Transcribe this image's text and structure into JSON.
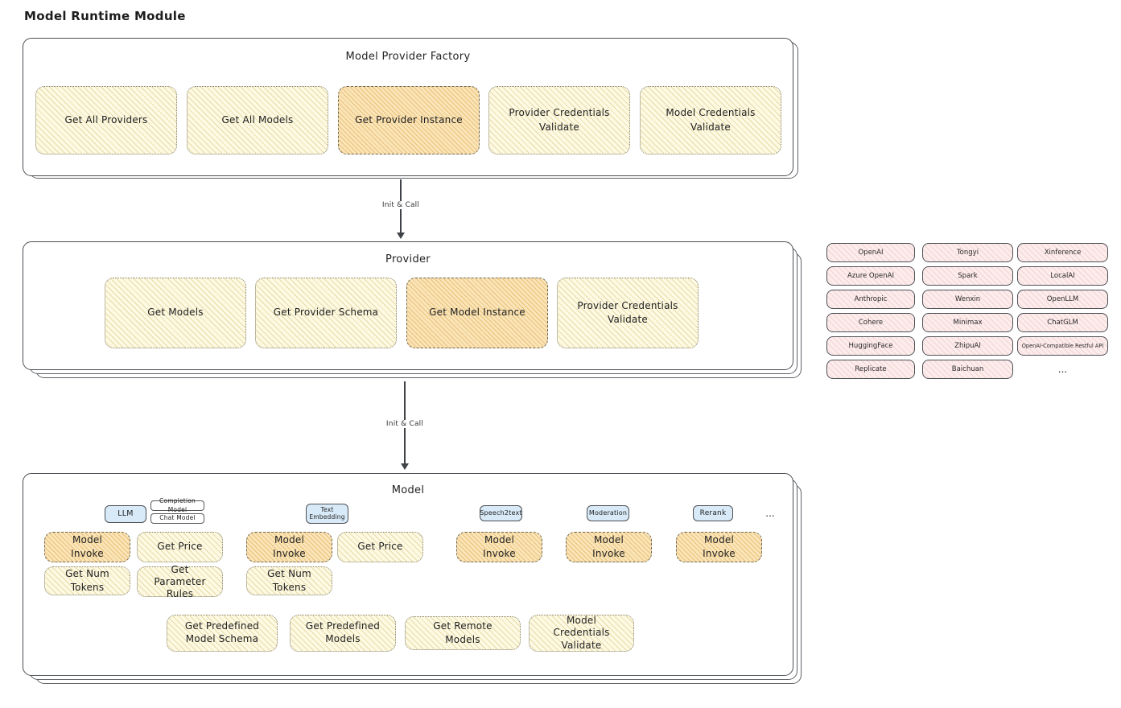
{
  "page_title": "Model Runtime Module",
  "connector1": {
    "label": "Init & Call"
  },
  "connector2": {
    "label": "Init & Call"
  },
  "colors": {
    "yellow_fill": "#fdf9e2",
    "orange_fill": "#fae5b8",
    "blue_fill": "#d8eaf8",
    "pink_fill": "#fdecec",
    "stroke": "#4a4d52"
  },
  "factory": {
    "title": "Model Provider Factory",
    "boxes": [
      {
        "label": "Get All Providers"
      },
      {
        "label": "Get All Models"
      },
      {
        "label": "Get Provider Instance"
      },
      {
        "label": "Provider Credentials Validate"
      },
      {
        "label": "Model Credentials Validate"
      }
    ]
  },
  "provider": {
    "title": "Provider",
    "boxes": [
      {
        "label": "Get Models"
      },
      {
        "label": "Get Provider Schema"
      },
      {
        "label": "Get Model Instance"
      },
      {
        "label": "Provider Credentials Validate"
      }
    ]
  },
  "vendors": {
    "col1": [
      "OpenAI",
      "Azure OpenAI",
      "Anthropic",
      "Cohere",
      "HuggingFace",
      "Replicate"
    ],
    "col2": [
      "Tongyi",
      "Spark",
      "Wenxin",
      "Minimax",
      "ZhipuAI",
      "Baichuan"
    ],
    "col3": [
      "Xinference",
      "LocalAI",
      "OpenLLM",
      "ChatGLM",
      "OpenAI-Compatible Restful API"
    ],
    "more": "..."
  },
  "model": {
    "title": "Model",
    "types": {
      "llm": "LLM",
      "completion_model": "Completion Model",
      "chat_model": "Chat Model",
      "text_embedding": "Text Embedding",
      "speech2text": "Speech2text",
      "moderation": "Moderation",
      "rerank": "Rerank",
      "more": "..."
    },
    "row1": [
      {
        "label": "Model Invoke"
      },
      {
        "label": "Get Price"
      },
      {
        "label": "Model Invoke"
      },
      {
        "label": "Get Price"
      },
      {
        "label": "Model Invoke"
      },
      {
        "label": "Model Invoke"
      },
      {
        "label": "Model Invoke"
      }
    ],
    "row2": [
      {
        "label": "Get Num Tokens"
      },
      {
        "label": "Get Parameter Rules"
      },
      {
        "label": "Get Num Tokens"
      }
    ],
    "row3": [
      {
        "label": "Get Predefined Model Schema"
      },
      {
        "label": "Get Predefined Models"
      },
      {
        "label": "Get Remote Models"
      },
      {
        "label": "Model Credentials Validate"
      }
    ]
  }
}
